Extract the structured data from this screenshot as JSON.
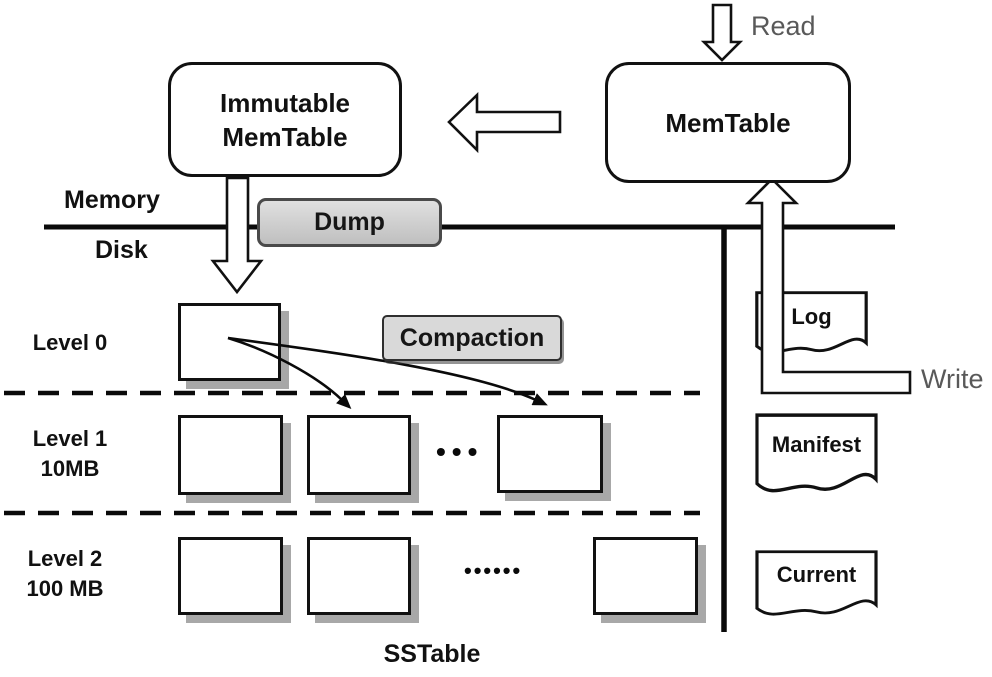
{
  "diagram": {
    "memory_region": {
      "label": "Memory",
      "memtable": "MemTable",
      "immutable_memtable": "Immutable MemTable",
      "read_label": "Read",
      "write_label": "Write"
    },
    "disk_region": {
      "label": "Disk"
    },
    "operations": {
      "dump": "Dump",
      "compaction": "Compaction"
    },
    "levels": [
      {
        "label": "Level 0",
        "size": "",
        "ellipsis": "",
        "box_count": 1
      },
      {
        "label": "Level 1",
        "size": "10MB",
        "ellipsis": "•••",
        "box_count": 3
      },
      {
        "label": "Level 2",
        "size": "100 MB",
        "ellipsis": "••••••",
        "box_count": 3
      }
    ],
    "sstable_label": "SSTable",
    "files": [
      {
        "name": "Log"
      },
      {
        "name": "Manifest"
      },
      {
        "name": "Current"
      }
    ],
    "colors": {
      "line": "#111111",
      "gray_fill": "#d9d9d9",
      "muted_text": "#595959",
      "box_shadow": "#a8a8a8"
    }
  }
}
